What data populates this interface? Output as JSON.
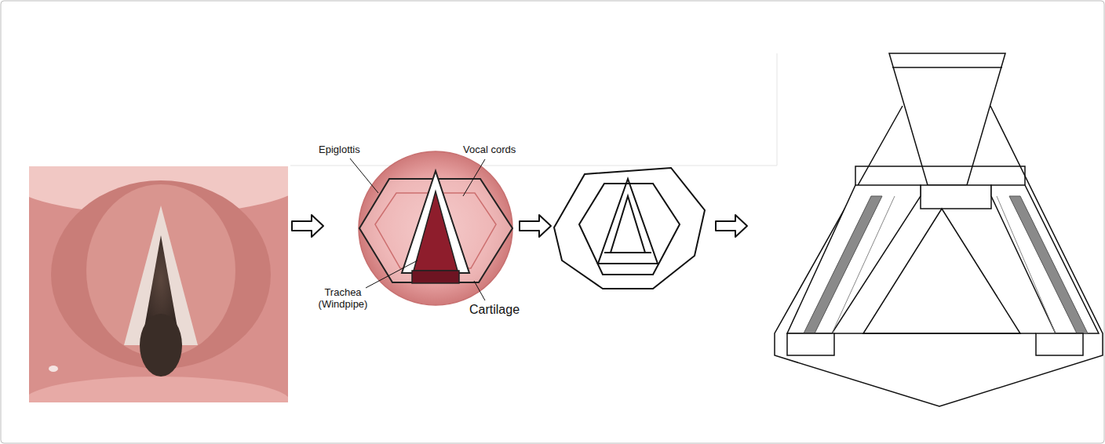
{
  "diagram": {
    "labels": [
      "Epiglottis",
      "Vocal cords",
      "Trachea (Windpipe)",
      "Cartilage"
    ]
  }
}
